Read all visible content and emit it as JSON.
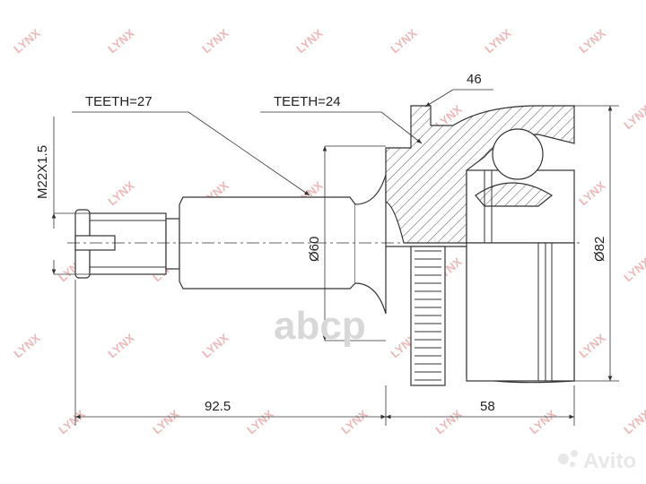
{
  "watermark": {
    "brand": "LYNX",
    "stamp": "abcp",
    "site_logo": "Avito"
  },
  "labels": {
    "teeth_outer": "TEETH=27",
    "teeth_inner": "TEETH=24",
    "abs_teeth": "46",
    "thread": "M22X1.5",
    "seal_diameter": "Ø60",
    "outer_diameter": "Ø82",
    "shaft_length": "92.5",
    "housing_length": "58"
  },
  "colors": {
    "line": "#333333",
    "watermark": "#f0b8b8",
    "stamp": "#d8d8d8"
  }
}
